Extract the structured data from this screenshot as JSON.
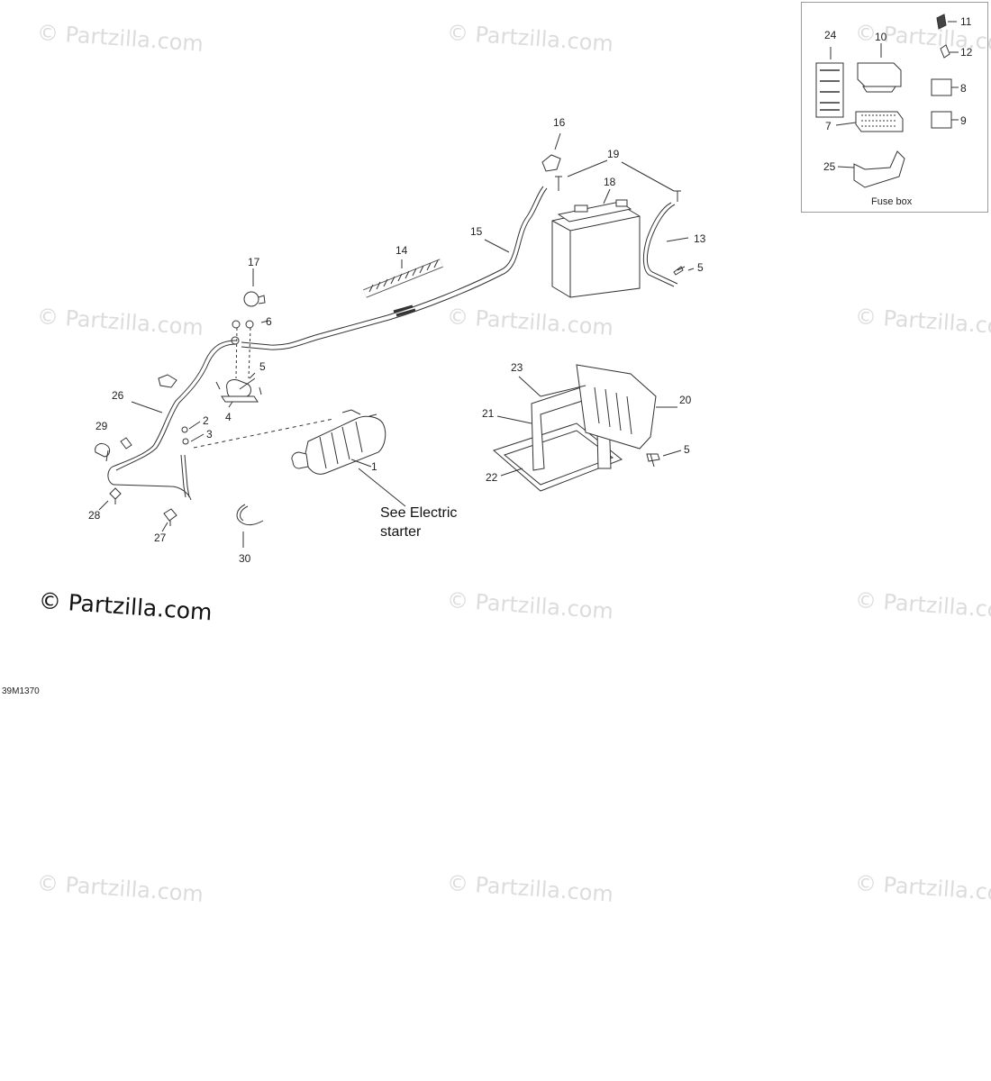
{
  "watermark": "© Partzilla.com",
  "drawing_code": "39M1370",
  "fuse_box_label": "Fuse box",
  "reference_note": "See Electric starter",
  "callouts": [
    "1",
    "2",
    "3",
    "4",
    "5",
    "5",
    "5",
    "5",
    "6",
    "7",
    "8",
    "9",
    "10",
    "11",
    "12",
    "13",
    "14",
    "15",
    "16",
    "17",
    "18",
    "19",
    "20",
    "21",
    "22",
    "23",
    "24",
    "25",
    "26",
    "27",
    "28",
    "29",
    "30"
  ]
}
